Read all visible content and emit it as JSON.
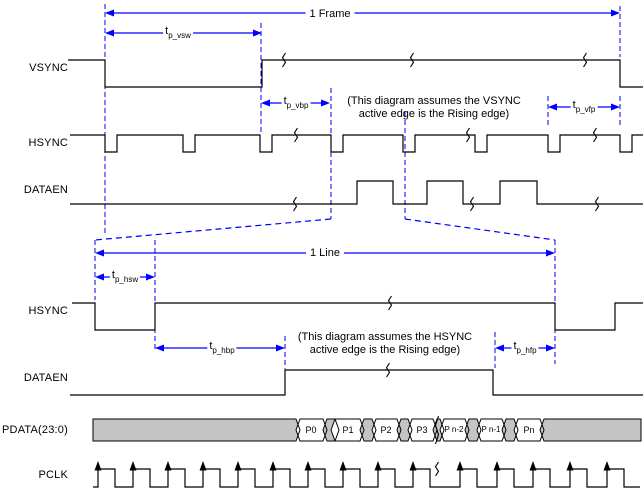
{
  "colors": {
    "accent": "#0000ff",
    "waveform": "#000000",
    "bus_fill": "#c4c4c4",
    "background": "#ffffff"
  },
  "top_diagram": {
    "frame_label": "1 Frame",
    "signals": [
      "VSYNC",
      "HSYNC",
      "DATAEN"
    ],
    "note": {
      "line1": "(This diagram assumes the VSYNC",
      "line2": "active edge is the Rising edge)"
    },
    "timings": {
      "vsw": {
        "base": "t",
        "sub": "p_vsw"
      },
      "vbp": {
        "base": "t",
        "sub": "p_vbp"
      },
      "vfp": {
        "base": "t",
        "sub": "p_vfp"
      }
    }
  },
  "bottom_diagram": {
    "line_label": "1 Line",
    "signals": [
      "HSYNC",
      "DATAEN",
      "PDATA(23:0)",
      "PCLK"
    ],
    "note": {
      "line1": "(This diagram assumes the HSYNC",
      "line2": "active edge is the Rising edge)"
    },
    "timings": {
      "hsw": {
        "base": "t",
        "sub": "p_hsw"
      },
      "hbp": {
        "base": "t",
        "sub": "p_hbp"
      },
      "hfp": {
        "base": "t",
        "sub": "p_hfp"
      }
    },
    "pdata_cells": [
      "P0",
      "P1",
      "P2",
      "P3",
      "P n-2",
      "P n-1",
      "Pn"
    ]
  }
}
